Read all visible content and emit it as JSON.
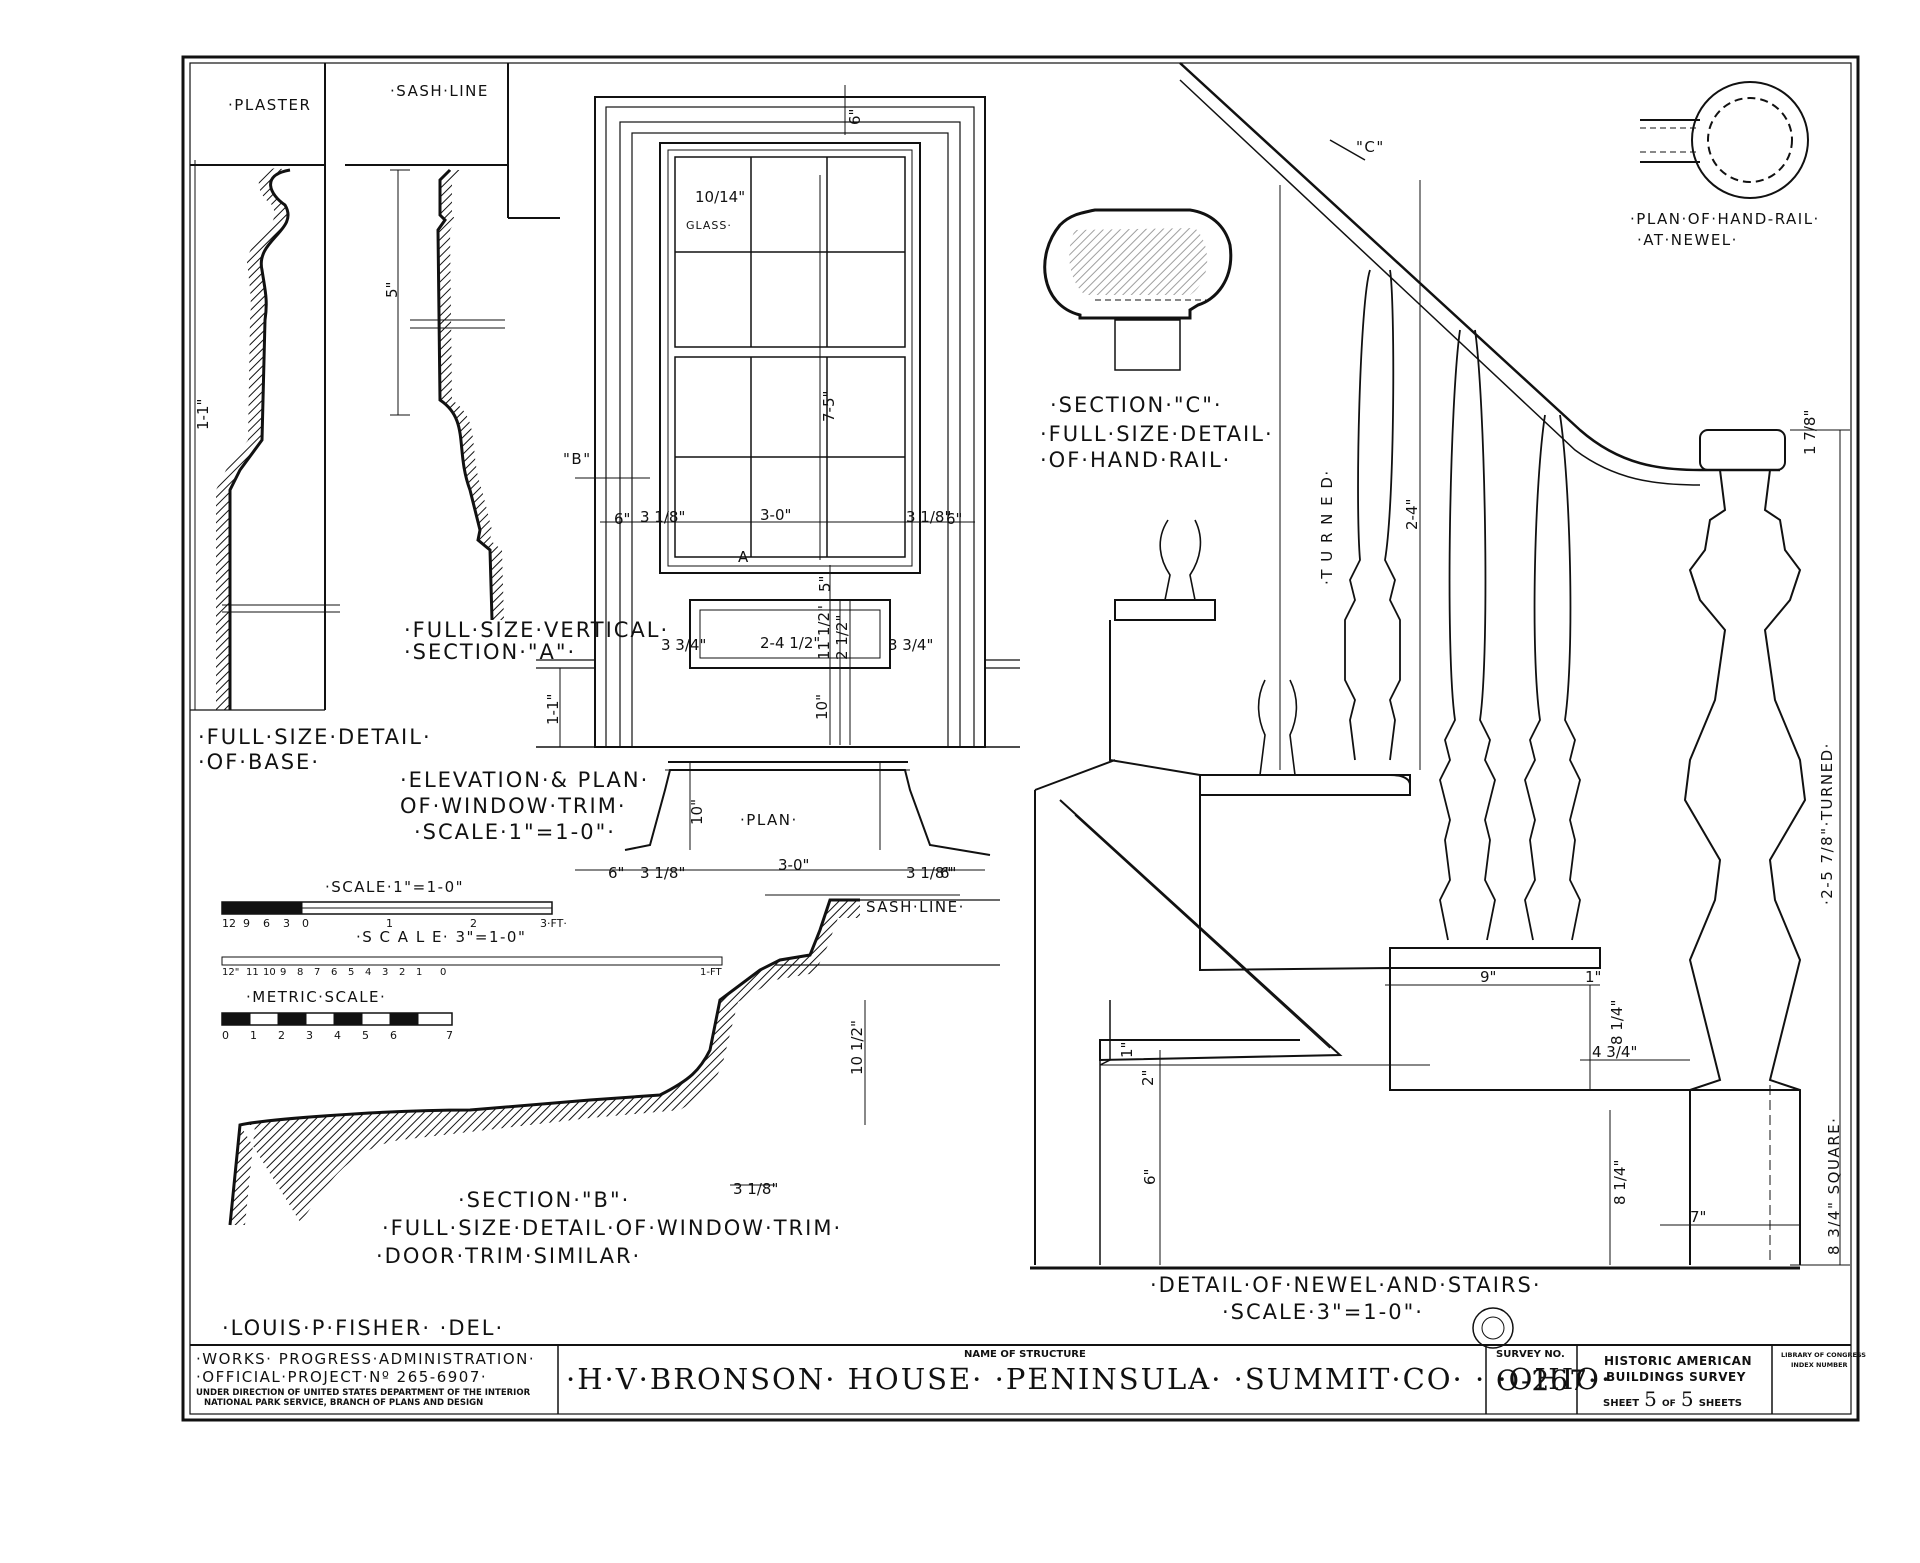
{
  "base_detail": {
    "plaster_label": "·PLASTER",
    "height_dim": "1-1\"",
    "title_line1": "·FULL·SIZE·DETAIL·",
    "title_line2": "·OF·BASE·"
  },
  "section_a": {
    "sash_line_label": "·SASH·LINE",
    "dim_5": "5\"",
    "title_line1": "·FULL·SIZE·VERTICAL·",
    "title_line2": "·SECTION·\"A\"·"
  },
  "window": {
    "glass_size": "10/14\"",
    "glass_label": "GLASS·",
    "dim_top": "6\"",
    "dim_height": "7-5\"",
    "dim_left_6": "6\"",
    "dim_left_3_1_8": "3 1/8\"",
    "dim_width": "3-0\"",
    "dim_right_3_1_8": "3 1/8\"",
    "dim_right_6": "6\"",
    "marker_b": "\"B\"",
    "marker_a": "A",
    "panel_left": "3 3/4\"",
    "panel_width": "2-4 1/2\"",
    "panel_right": "3 3/4\"",
    "panel_dim_11": "11 1/2\"",
    "panel_dim_2": "2 1/2\"",
    "panel_dim_5": "5\"",
    "dim_10": "10\"",
    "dim_1_1": "1-1\""
  },
  "elevation": {
    "title_line1": "·ELEVATION·& PLAN·",
    "title_line2": "OF·WINDOW·TRIM·",
    "title_line3": "·SCALE·1\"=1-0\"·"
  },
  "plan": {
    "label": "·PLAN·",
    "dim_10": "10\"",
    "dim_left_6": "6\"",
    "dim_left_3_1_8": "3 1/8\"",
    "dim_width": "3-0\"",
    "dim_right_3_1_8": "3 1/8\"",
    "dim_right_6": "6\""
  },
  "scales": {
    "scale1_label": "·SCALE·1\"=1-0\"",
    "scale1_ticks": [
      "12",
      "9",
      "6",
      "3",
      "0",
      "1",
      "2",
      "3·FT·"
    ],
    "scale2_label": "·S C A L E· 3\"=1-0\"",
    "scale2_ticks": [
      "12\"",
      "11",
      "10",
      "9",
      "8",
      "7",
      "6",
      "5",
      "4",
      "3",
      "2",
      "1",
      "0",
      "1-FT"
    ],
    "metric_label": "·METRIC·SCALE·",
    "metric_ticks": [
      "0",
      "1",
      "2",
      "3",
      "4",
      "5",
      "6",
      "7"
    ]
  },
  "section_b": {
    "sash_line_label": "SASH·LINE·",
    "dim_10_1_2": "10 1/2\"",
    "dim_3_1_8": "3 1/8\"",
    "title_line1": "·SECTION·\"B\"·",
    "title_line2": "·FULL·SIZE·DETAIL·OF·WINDOW·TRIM·",
    "title_line3": "·DOOR·TRIM·SIMILAR·"
  },
  "section_c": {
    "marker": "\"C\"",
    "title_line1": "·SECTION·\"C\"·",
    "title_line2": "·FULL·SIZE·DETAIL·",
    "title_line3": "·OF·HAND·RAIL·"
  },
  "handrail_plan": {
    "title_line1": "·PLAN·OF·HAND-RAIL·",
    "title_line2": "·AT·NEWEL·"
  },
  "newel": {
    "turned_label": "·T U R N E D·",
    "dim_2_4": "2-4\"",
    "dim_1_7_8": "1 7/8\"",
    "newel_height": "·2-5 7/8\"·TURNED·",
    "dim_9": "9\"",
    "dim_1": "1\"",
    "dim_8_1_4_a": "8 1/4\"",
    "dim_4_3_4": "4 3/4\"",
    "dim_1_small": "1\"",
    "dim_2": "2\"",
    "dim_6": "6\"",
    "dim_8_1_4_b": "8 1/4\"",
    "dim_7": "7\"",
    "square_label": "8 3/4\" SQUARE·",
    "title_line1": "·DETAIL·OF·NEWEL·AND·STAIRS·",
    "title_line2": "·SCALE·3\"=1-0\"·"
  },
  "delineator": "·LOUIS·P·FISHER·  ·DEL·",
  "title_block": {
    "wpa_line1": "·WORKS· PROGRESS·ADMINISTRATION·",
    "wpa_line2": "·OFFICIAL·PROJECT·Nº 265-6907·",
    "wpa_line3": "UNDER DIRECTION OF UNITED STATES DEPARTMENT OF THE INTERIOR",
    "wpa_line4": "NATIONAL PARK SERVICE, BRANCH OF PLANS AND DESIGN",
    "name_header": "NAME OF STRUCTURE",
    "structure_name": "·H·V·BRONSON· HOUSE· ·PENINSULA· ·SUMMIT·CO· · ·OHIO·",
    "survey_header": "SURVEY NO.",
    "survey_number": "O-267·",
    "habs_line1": "HISTORIC AMERICAN",
    "habs_line2": "BUILDINGS SURVEY",
    "sheet_word": "SHEET",
    "sheet_number": "5",
    "of_word": "OF",
    "sheet_total": "5",
    "sheets_word": "SHEETS",
    "loc_line1": "LIBRARY OF CONGRESS",
    "loc_line2": "INDEX NUMBER"
  }
}
